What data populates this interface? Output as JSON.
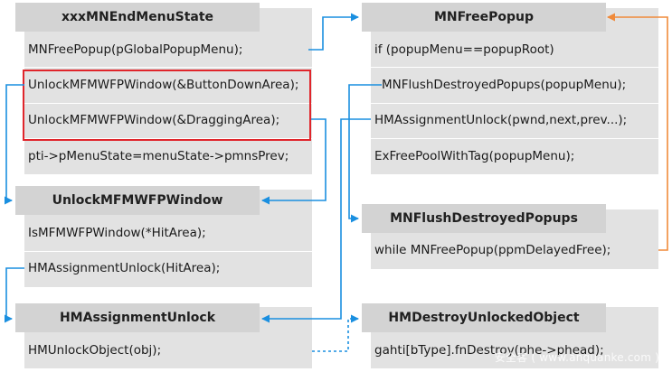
{
  "colors": {
    "blue_arrow": "#1a8fe0",
    "orange_arrow": "#f08a3a",
    "highlight_border": "#e0252b"
  },
  "boxes": {
    "endmenustate": {
      "title": "xxxMNEndMenuState",
      "rows": [
        "MNFreePopup(pGlobalPopupMenu);",
        "UnlockMFMWFPWindow(&ButtonDownArea);",
        "UnlockMFMWFPWindow(&DraggingArea);",
        "pti->pMenuState=menuState->pmnsPrev;"
      ]
    },
    "unlockwindow": {
      "title": "UnlockMFMWFPWindow",
      "rows": [
        "IsMFMWFPWindow(*HitArea);",
        "HMAssignmentUnlock(HitArea);"
      ]
    },
    "hmunlock": {
      "title": "HMAssignmentUnlock",
      "rows": [
        "HMUnlockObject(obj);"
      ]
    },
    "freepopup": {
      "title": "MNFreePopup",
      "rows": [
        "if (popupMenu==popupRoot)",
        "MNFlushDestroyedPopups(popupMenu);",
        "HMAssignmentUnlock(pwnd,next,prev...);",
        "ExFreePoolWithTag(popupMenu);"
      ]
    },
    "flush": {
      "title": "MNFlushDestroyedPopups",
      "rows": [
        "while MNFreePopup(ppmDelayedFree);"
      ]
    },
    "destroy": {
      "title": "HMDestroyUnlockedObject",
      "rows": [
        "gahti[bType].fnDestroy(phe->phead);"
      ]
    }
  },
  "watermark": "安全客 ( www.anquanke.com )"
}
